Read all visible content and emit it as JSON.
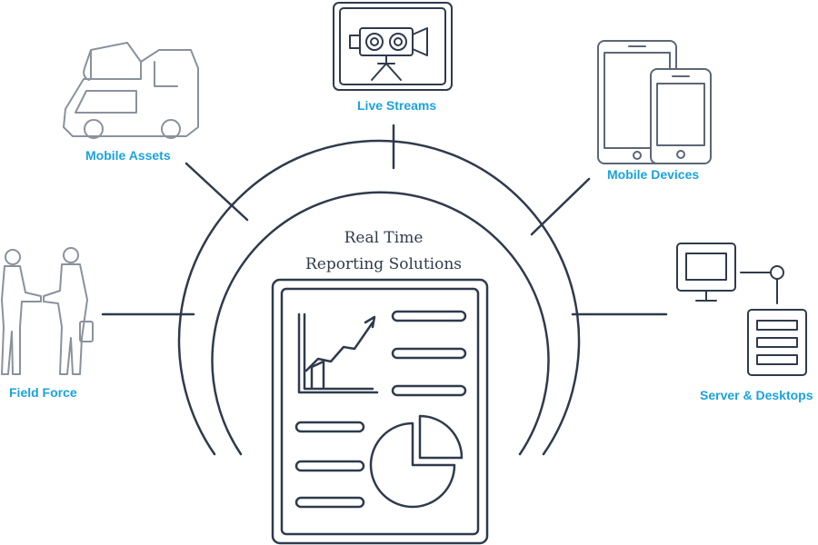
{
  "center": {
    "title_line1": "Real Time",
    "title_line2": "Reporting Solutions"
  },
  "nodes": {
    "mobile_assets": {
      "label": "Mobile Assets",
      "icon": "tow-truck-icon"
    },
    "live_streams": {
      "label": "Live Streams",
      "icon": "video-camera-icon"
    },
    "mobile_devices": {
      "label": "Mobile Devices",
      "icon": "tablet-phone-icon"
    },
    "field_force": {
      "label": "Field Force",
      "icon": "handshake-icon"
    },
    "server_desktops": {
      "label": "Server & Desktops",
      "icon": "server-desktop-icon"
    }
  },
  "colors": {
    "line": "#2f3b4c",
    "label": "#1aa3dc",
    "title": "#2f3b4c",
    "icon_light": "#9aa3ad"
  }
}
